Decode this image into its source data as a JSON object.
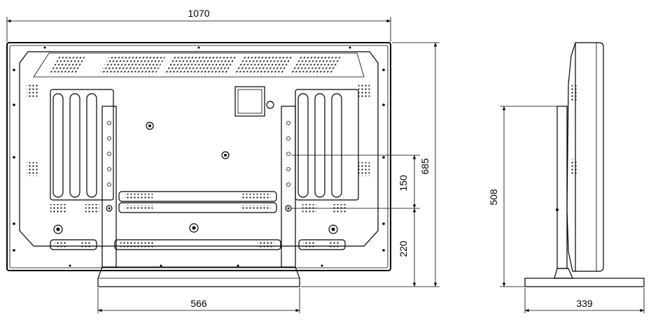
{
  "dimensions": {
    "overall_width": "1070",
    "overall_height": "685",
    "stand_width": "566",
    "hole_spacing": "150",
    "hole_height": "220",
    "side_height": "508",
    "side_depth": "339"
  }
}
